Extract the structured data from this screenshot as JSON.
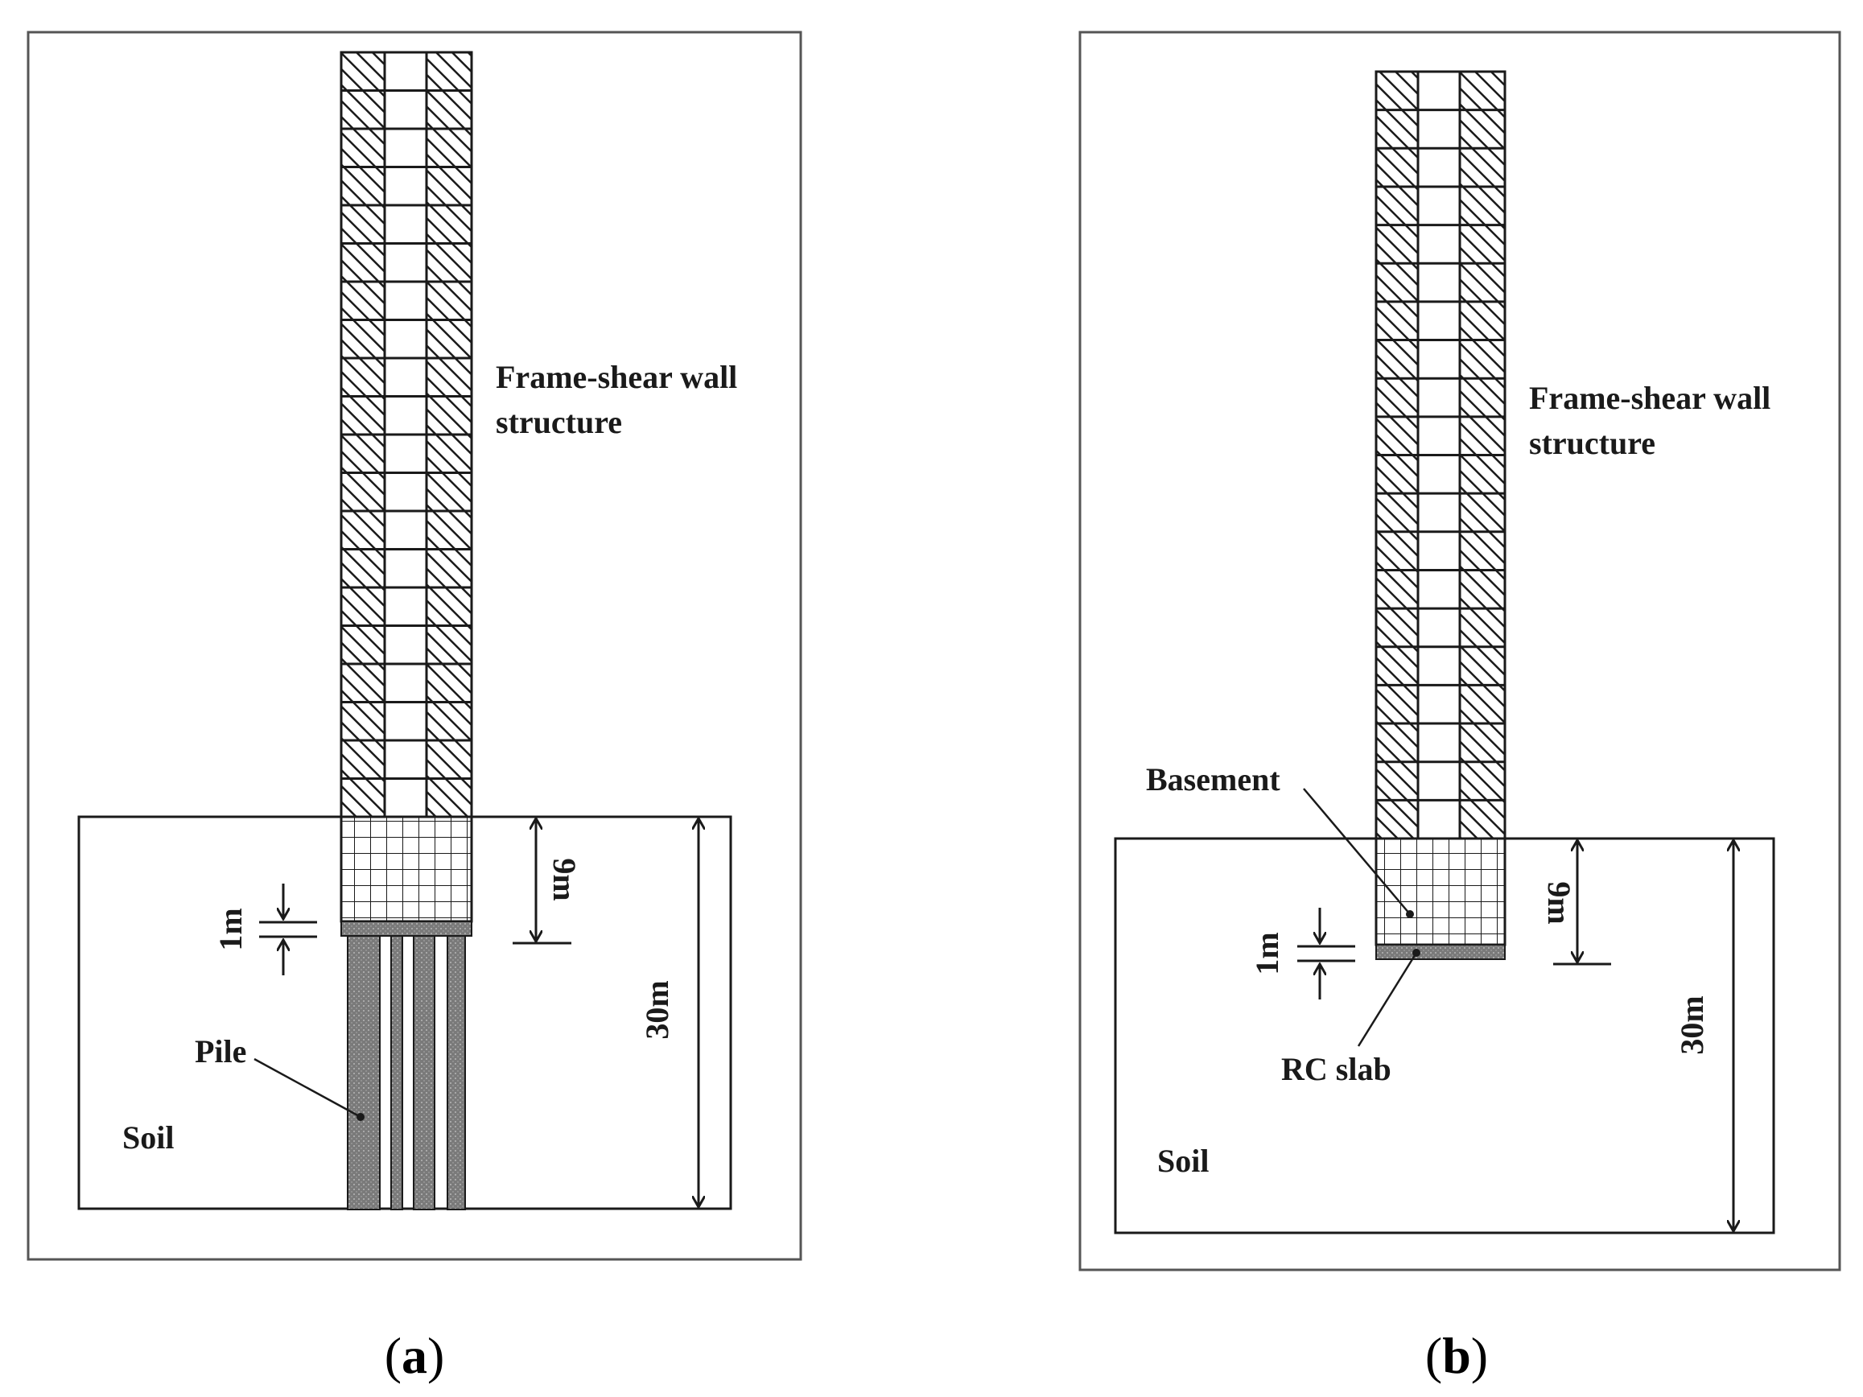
{
  "figure": {
    "panels": [
      {
        "id": "a",
        "caption_open": "(",
        "caption_letter": "a",
        "caption_close": ")",
        "foundation_type": "pile",
        "storeys_above_ground": 20,
        "labels": {
          "structure_line1": "Frame-shear wall",
          "structure_line2": "structure",
          "soil": "Soil",
          "pile": "Pile",
          "slab_thickness": "1m",
          "basement_depth": "9m",
          "soil_depth": "30m"
        }
      },
      {
        "id": "b",
        "caption_open": "(",
        "caption_letter": "b",
        "caption_close": ")",
        "foundation_type": "raft",
        "storeys_above_ground": 20,
        "labels": {
          "structure_line1": "Frame-shear wall",
          "structure_line2": "structure",
          "soil": "Soil",
          "basement": "Basement",
          "rc_slab": "RC slab",
          "slab_thickness": "1m",
          "basement_depth": "9m",
          "soil_depth": "30m"
        }
      }
    ],
    "colors": {
      "line": "#1a1a1a",
      "frame_border": "#555555",
      "hatch": "#1a1a1a",
      "slab_fill": "#8a8a8a",
      "pile_fill": "#7a7a7a"
    }
  }
}
